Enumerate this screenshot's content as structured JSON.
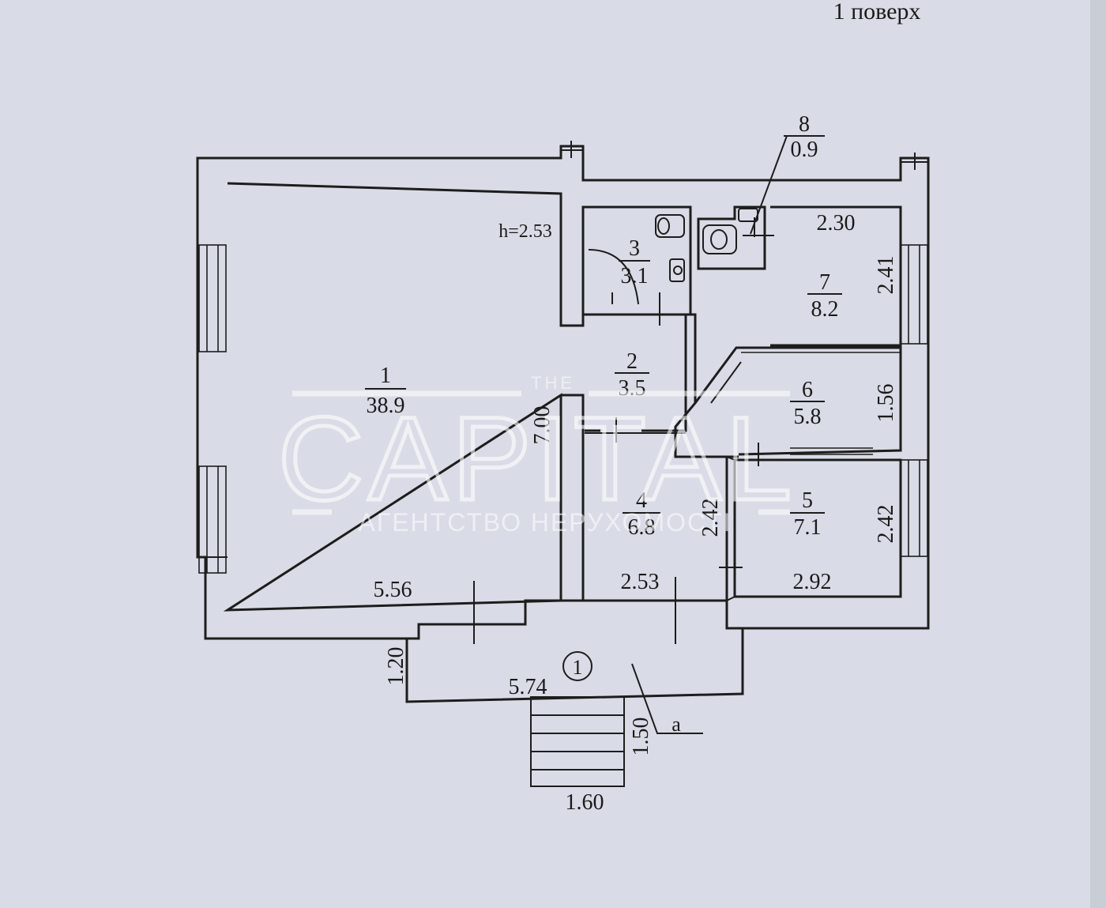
{
  "floor_title": "1 поверх",
  "ceiling_height": "h=2.53",
  "rooms": [
    {
      "number": "1",
      "area": "38.9"
    },
    {
      "number": "2",
      "area": "3.5"
    },
    {
      "number": "3",
      "area": "3.1"
    },
    {
      "number": "4",
      "area": "6.8"
    },
    {
      "number": "5",
      "area": "7.1"
    },
    {
      "number": "6",
      "area": "5.8"
    },
    {
      "number": "7",
      "area": "8.2"
    },
    {
      "number": "8",
      "area": "0.9"
    }
  ],
  "dimensions": {
    "room1_height": "7.00",
    "room1_width": "5.56",
    "room4_width": "2.53",
    "room4_height": "2.42",
    "room5_width": "2.92",
    "room5_height": "2.42",
    "room6_height": "1.56",
    "room7_width": "2.30",
    "room7_height": "2.41",
    "porch_width": "5.74",
    "porch_depth": "1.20",
    "stairs_depth": "1.50",
    "stairs_width": "1.60"
  },
  "porch_marker": "1",
  "porch_letter": "а",
  "watermark": {
    "small": "THE",
    "brand": "CAPITAL",
    "subtitle": "АГЕНТСТВО НЕРУХОМОСТІ"
  }
}
